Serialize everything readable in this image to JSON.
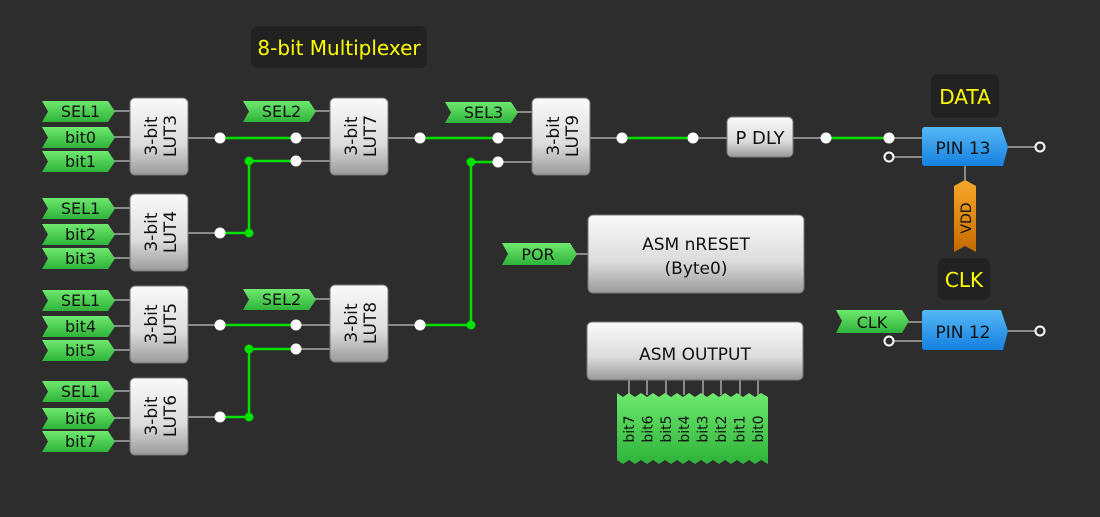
{
  "title": "8-bit Multiplexer",
  "colors": {
    "background": "#2d2d2d",
    "wire_active": "#00e000",
    "wire_inactive": "#8a8a8a",
    "port_green": "#4fd35a",
    "pin_blue": "#2196f3",
    "vdd_orange": "#f0a020",
    "label_yellow": "#ffff00"
  },
  "luts": [
    {
      "id": "LUT3",
      "line1": "3-bit",
      "line2": "LUT3",
      "inputs": [
        "SEL1",
        "bit0",
        "bit1"
      ]
    },
    {
      "id": "LUT4",
      "line1": "3-bit",
      "line2": "LUT4",
      "inputs": [
        "SEL1",
        "bit2",
        "bit3"
      ]
    },
    {
      "id": "LUT5",
      "line1": "3-bit",
      "line2": "LUT5",
      "inputs": [
        "SEL1",
        "bit4",
        "bit5"
      ]
    },
    {
      "id": "LUT6",
      "line1": "3-bit",
      "line2": "LUT6",
      "inputs": [
        "SEL1",
        "bit6",
        "bit7"
      ]
    },
    {
      "id": "LUT7",
      "line1": "3-bit",
      "line2": "LUT7",
      "inputs": [
        "SEL2"
      ]
    },
    {
      "id": "LUT8",
      "line1": "3-bit",
      "line2": "LUT8",
      "inputs": [
        "SEL2"
      ]
    },
    {
      "id": "LUT9",
      "line1": "3-bit",
      "line2": "LUT9",
      "inputs": [
        "SEL3"
      ]
    }
  ],
  "pdly": "P DLY",
  "asm_reset": {
    "line1": "ASM nRESET",
    "line2": "(Byte0)",
    "input": "POR"
  },
  "asm_output": {
    "label": "ASM OUTPUT",
    "bits": [
      "bit7",
      "bit6",
      "bit5",
      "bit4",
      "bit3",
      "bit2",
      "bit1",
      "bit0"
    ]
  },
  "pins": [
    {
      "label": "PIN 13",
      "name_tag": "DATA"
    },
    {
      "label": "PIN 12",
      "name_tag": "CLK",
      "input": "CLK"
    }
  ],
  "vdd": "VDD"
}
